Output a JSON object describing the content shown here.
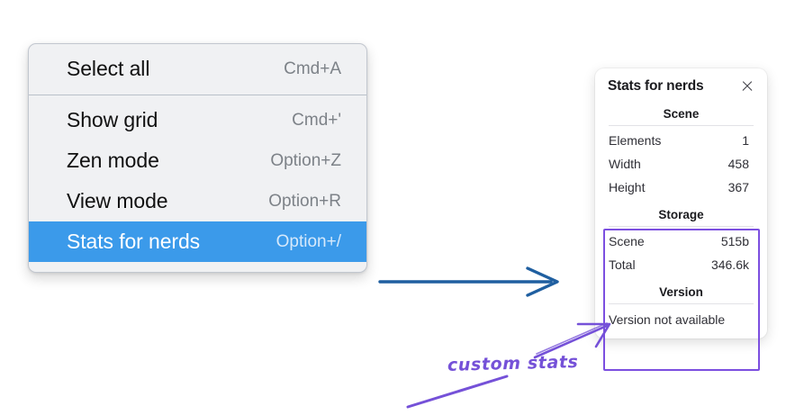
{
  "context_menu": {
    "name": "context-menu",
    "groups": [
      {
        "items": [
          {
            "label": "Select all",
            "shortcut": "Cmd+A",
            "highlighted": false
          }
        ]
      },
      {
        "items": [
          {
            "label": "Show grid",
            "shortcut": "Cmd+'",
            "highlighted": false
          },
          {
            "label": "Zen mode",
            "shortcut": "Option+Z",
            "highlighted": false
          },
          {
            "label": "View mode",
            "shortcut": "Option+R",
            "highlighted": false
          },
          {
            "label": "Stats for nerds",
            "shortcut": "Option+/",
            "highlighted": true
          }
        ]
      }
    ]
  },
  "stats_panel": {
    "title": "Stats for nerds",
    "close_icon": "close-icon",
    "sections": [
      {
        "heading": "Scene",
        "rows": [
          {
            "label": "Elements",
            "value": "1"
          },
          {
            "label": "Width",
            "value": "458"
          },
          {
            "label": "Height",
            "value": "367"
          }
        ]
      },
      {
        "heading": "Storage",
        "rows": [
          {
            "label": "Scene",
            "value": "515b"
          },
          {
            "label": "Total",
            "value": "346.6k"
          }
        ]
      },
      {
        "heading": "Version",
        "text_row": "Version not available"
      }
    ]
  },
  "annotations": {
    "custom_stats_label": "custom stats",
    "blue_arrow_name": "flow-arrow",
    "purple_arrow_upper_name": "callout-arrow-upper",
    "purple_arrow_lower_name": "callout-arrow-lower"
  },
  "colors": {
    "menu_highlight": "#3b9aea",
    "menu_background": "#f0f1f3",
    "annotation_purple": "#7551d8",
    "outline_purple": "#7c4fe0",
    "arrow_blue": "#1f5fa0",
    "page_background": "#ffffff"
  }
}
